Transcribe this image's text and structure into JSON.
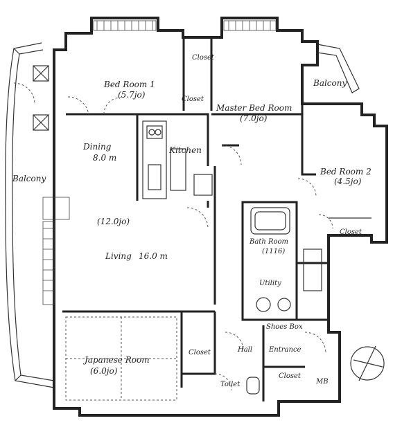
{
  "rooms": {
    "bedroom1": {
      "name": "Bed Room 1",
      "size": "(5.7jo)"
    },
    "master": {
      "name": "Master Bed Room",
      "size": "(7.0jo)"
    },
    "bedroom2": {
      "name": "Bed Room 2",
      "size": "(4.5jo)"
    },
    "dining": {
      "name": "Dining",
      "size": "8.0 m"
    },
    "kitchen": {
      "name": "Kitchen"
    },
    "living": {
      "name": "Living",
      "size": "16.0 m"
    },
    "ldk_area": {
      "size": "(12.0jo)"
    },
    "japanese": {
      "name": "Japanese Room",
      "size": "(6.0jo)"
    },
    "bath": {
      "name": "Bath Room",
      "size": "(1116)"
    },
    "utility": {
      "name": "Utility"
    },
    "toilet": {
      "name": "Toilet"
    },
    "hall": {
      "name": "Hall"
    },
    "entrance": {
      "name": "Entrance"
    },
    "shoebox": {
      "name": "Shoes Box"
    }
  },
  "closets": {
    "c1": "Closet",
    "c2": "Closet",
    "c3": "Closet",
    "c4": "Closet",
    "c5": "Closet"
  },
  "balconies": {
    "left": "Balcony",
    "top_right": "Balcony"
  },
  "meter": {
    "label": "MB"
  }
}
